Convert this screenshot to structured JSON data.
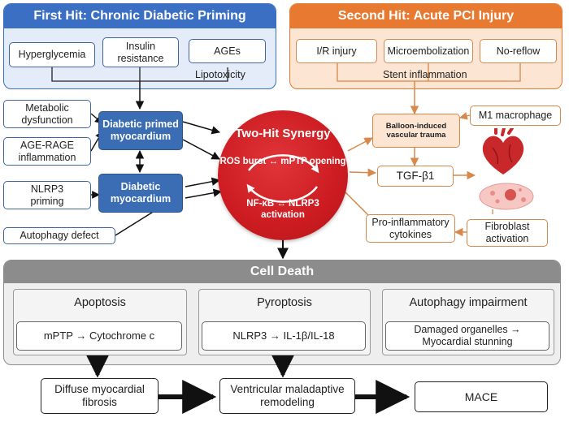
{
  "first_hit": {
    "title": "First Hit: Chronic Diabetic Priming",
    "hyperglycemia": "Hyperglycemia",
    "insulin_resistance": "Insulin\nresistance",
    "ages": "AGEs",
    "lipotoxicity": "Lipotoxicity"
  },
  "second_hit": {
    "title": "Second Hit: Acute PCI Injury",
    "ir_injury": "I/R injury",
    "microembolization": "Microembolization",
    "no_reflow": "No-reflow",
    "stent_inflammation": "Stent inflammation"
  },
  "left": {
    "metabolic": "Metabolic\ndysfunction",
    "age_rage": "AGE-RAGE\ninflammation",
    "nlrp3_priming": "NLRP3\npriming",
    "autophagy_defect": "Autophagy defect",
    "primed": "Diabetic primed\nmyocardium",
    "diabetic": "Diabetic\nmyocardium"
  },
  "center": {
    "title": "Two-Hit Synergy",
    "ros": "ROS burst ↔ mPTP opening",
    "nfkb": "NF-κB ↔ NLRP3\nactivation"
  },
  "right": {
    "balloon": "Balloon-induced\nvascular trauma",
    "m1": "M1 macrophage",
    "tgf": "TGF-β1",
    "cytokines": "Pro-inflammatory\ncytokines",
    "fibroblast": "Fibroblast\nactivation"
  },
  "cell_death": {
    "title": "Cell Death",
    "apoptosis": {
      "title": "Apoptosis",
      "detail": "mPTP → Cytochrome c"
    },
    "pyroptosis": {
      "title": "Pyroptosis",
      "detail": "NLRP3 → IL-1β/IL-18"
    },
    "autophagy": {
      "title": "Autophagy impairment",
      "detail": "Damaged organelles →\nMyocardial stunning"
    }
  },
  "outcomes": {
    "fibrosis": "Diffuse myocardial\nfibrosis",
    "remodeling": "Ventricular maladaptive\nremodeling",
    "mace": "MACE"
  },
  "colors": {
    "blue_header": "#3a6fc4",
    "blue_panel": "#e3ecf8",
    "orange_header": "#e87930",
    "orange_panel": "#fce6d3",
    "gray_header": "#8c8c8c",
    "gray_panel": "#eeeeee",
    "circle_red": "#d11f24"
  }
}
